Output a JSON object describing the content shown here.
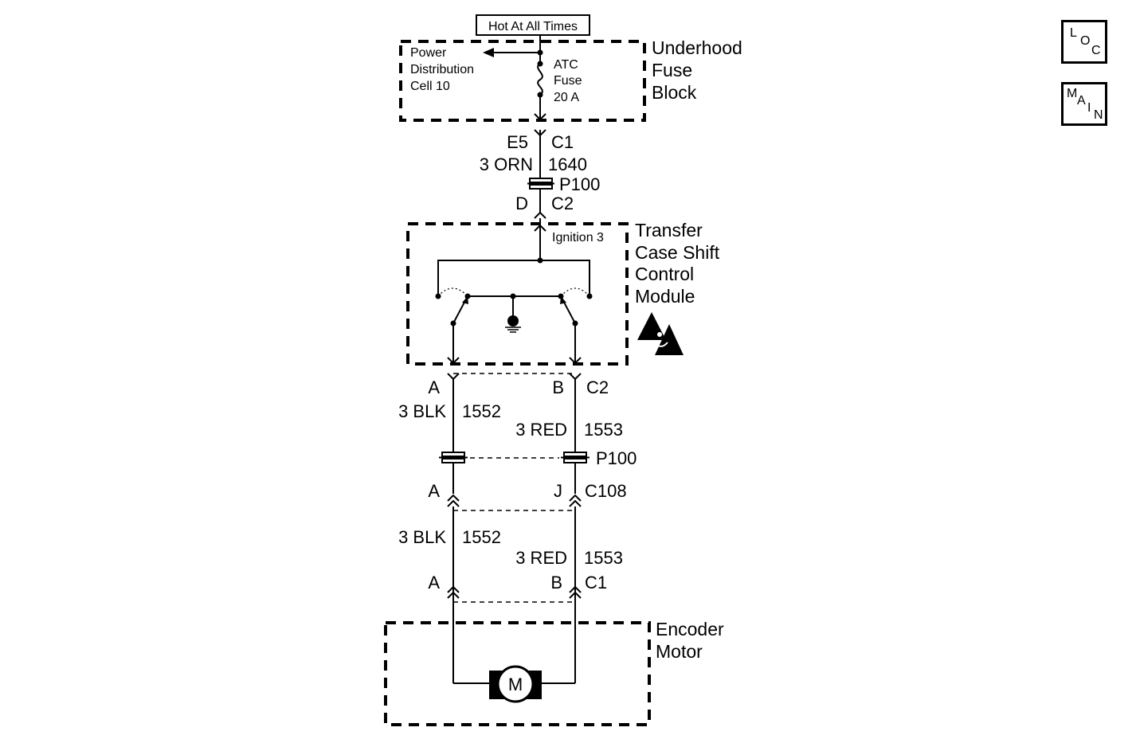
{
  "supply": {
    "label": "Hot At All Times"
  },
  "underhood_fuse_block": {
    "name_lines": [
      "Underhood",
      "Fuse",
      "Block"
    ],
    "power_dist_lines": [
      "Power",
      "Distribution",
      "Cell 10"
    ],
    "fuse_lines": [
      "ATC",
      "Fuse",
      "20 A"
    ]
  },
  "conn_upper": {
    "pin_left": "E5",
    "connector": "C1",
    "wire_color": "3 ORN",
    "circuit": "1640",
    "splice": "P100",
    "pin_left2": "D",
    "connector2": "C2"
  },
  "module": {
    "name_lines": [
      "Transfer",
      "Case Shift",
      "Control",
      "Module"
    ],
    "input_label": "Ignition 3"
  },
  "conn_c2_lower": {
    "pin_a": "A",
    "pin_b": "B",
    "connector": "C2"
  },
  "wires_upper": {
    "left_color": "3 BLK",
    "left_circuit": "1552",
    "right_color": "3 RED",
    "right_circuit": "1553",
    "splice": "P100"
  },
  "conn_c108": {
    "pin_a": "A",
    "pin_j": "J",
    "connector": "C108"
  },
  "wires_lower": {
    "left_color": "3 BLK",
    "left_circuit": "1552",
    "right_color": "3 RED",
    "right_circuit": "1553"
  },
  "conn_c1_motor": {
    "pin_a": "A",
    "pin_b": "B",
    "connector": "C1"
  },
  "motor": {
    "name_lines": [
      "Encoder",
      "Motor"
    ],
    "symbol": "M"
  },
  "nav": {
    "loc_letters": [
      "L",
      "O",
      "C"
    ],
    "main_letters": [
      "M",
      "A",
      "I",
      "N"
    ]
  },
  "icons": {
    "esd": "esd-warning-icon",
    "ground": "ground-icon",
    "motor": "motor-icon"
  }
}
